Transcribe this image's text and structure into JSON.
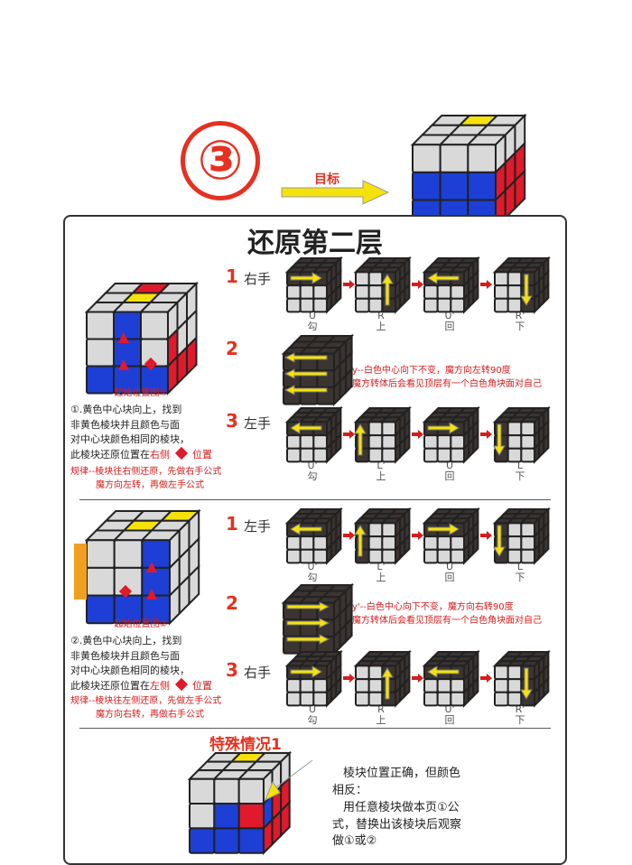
{
  "header": {
    "step_number": "③",
    "goal_label": "目标"
  },
  "panel": {
    "title": "还原第二层"
  },
  "section1": {
    "caption": "起始位置图①",
    "desc_lines": [
      "①.黄色中心块向上，找到",
      "非黄色棱块并且颜色与面",
      "对中心块颜色相同的棱块，"
    ],
    "desc_last_prefix": "此棱块还原位置在",
    "desc_last_side": "右侧",
    "desc_last_suffix": "位置",
    "rule_lines": [
      "规律--棱块往右侧还原，先做右手公式",
      "魔方向左转，再做左手公式"
    ],
    "row1": {
      "num": "1",
      "hand": "右手",
      "moves": [
        {
          "code": "U",
          "desc": "勾"
        },
        {
          "code": "R",
          "desc": "上"
        },
        {
          "code": "U'",
          "desc": "回"
        },
        {
          "code": "R'",
          "desc": "下"
        }
      ]
    },
    "row2": {
      "num": "2",
      "note_lines": [
        "y--白色中心向下不变，魔方向左转90度",
        "魔方转体后会看见顶层有一个白色角块面对自己"
      ]
    },
    "row3": {
      "num": "3",
      "hand": "左手",
      "moves": [
        {
          "code": "U'",
          "desc": "勾"
        },
        {
          "code": "L'",
          "desc": "上"
        },
        {
          "code": "U",
          "desc": "回"
        },
        {
          "code": "L",
          "desc": "下"
        }
      ]
    }
  },
  "section2": {
    "caption": "起始位置图②",
    "desc_lines": [
      "②.黄色中心块向上，找到",
      "非黄色棱块并且颜色与面",
      "对中心块颜色相同的棱块，"
    ],
    "desc_last_prefix": "此棱块还原位置在",
    "desc_last_side": "左侧",
    "desc_last_suffix": "位置",
    "rule_lines": [
      "规律--棱块往左侧还原，先做左手公式",
      "魔方向右转，再做右手公式"
    ],
    "row1": {
      "num": "1",
      "hand": "左手",
      "moves": [
        {
          "code": "U'",
          "desc": "勾"
        },
        {
          "code": "L'",
          "desc": "上"
        },
        {
          "code": "U",
          "desc": "回"
        },
        {
          "code": "L",
          "desc": "下"
        }
      ]
    },
    "row2": {
      "num": "2",
      "note_lines": [
        "y'--白色中心向下不变，魔方向右转90度",
        "魔方转体后会看见顶层有一个白色角块面对自己"
      ]
    },
    "row3": {
      "num": "3",
      "hand": "右手",
      "moves": [
        {
          "code": "U",
          "desc": "勾"
        },
        {
          "code": "R",
          "desc": "上"
        },
        {
          "code": "U'",
          "desc": "回"
        },
        {
          "code": "R'",
          "desc": "下"
        }
      ]
    }
  },
  "special": {
    "title": "特殊情况1",
    "text_lines": [
      "棱块位置正确，但颜色",
      "相反：",
      "用任意棱块做本页①公",
      "式，替换出该棱块后观察",
      "做①或②"
    ]
  },
  "colors": {
    "accent_red": "#e63020",
    "cube_blue": "#1d3fd6",
    "cube_red": "#e0192b",
    "cube_yellow": "#f5e20a",
    "cube_gray": "#d9d9d9",
    "cube_dark": "#3b3431",
    "cube_orange": "#f0a020"
  }
}
